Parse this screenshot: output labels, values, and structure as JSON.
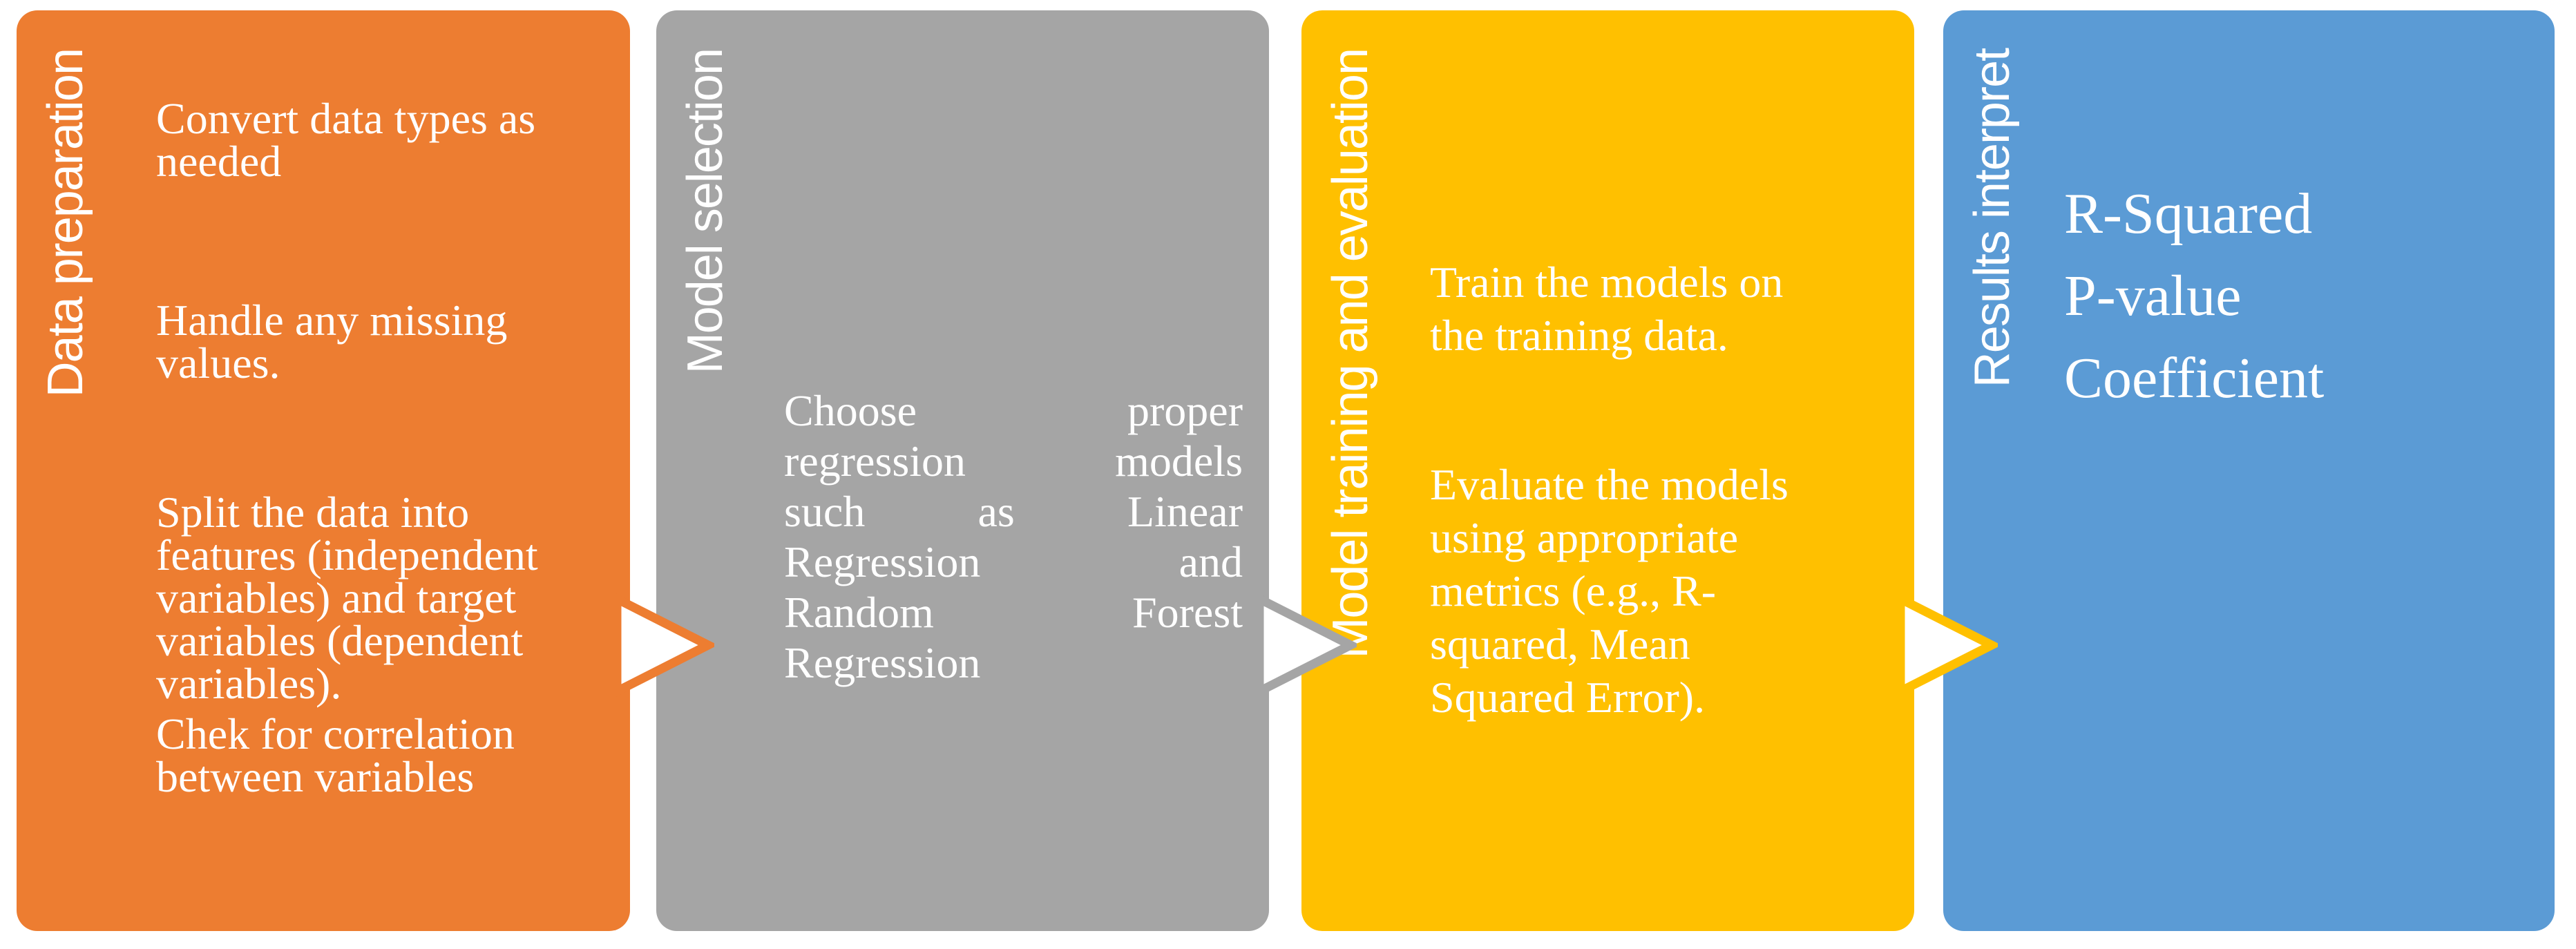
{
  "background_color": "#FFFFFF",
  "text_color": "#FFFFFF",
  "panels": [
    {
      "id": "data-preparation",
      "title": "Data preparation",
      "color": "#ED7D31",
      "paragraphs": [
        {
          "lines": [
            "Convert data types as",
            "needed"
          ]
        },
        {
          "lines": [
            "Handle any missing",
            "values."
          ]
        },
        {
          "lines": [
            "Split the data into",
            "features (independent",
            "variables) and target",
            "variables (dependent",
            "variables)."
          ]
        },
        {
          "lines": [
            "Chek for correlation",
            "between variables"
          ]
        }
      ]
    },
    {
      "id": "model-selection",
      "title": "Model selection",
      "color": "#A5A5A5",
      "full_text": "Choose proper regression models such as Linear Regression and Random Forest Regression",
      "justified_lines": [
        [
          "Choose",
          "proper"
        ],
        [
          "regression",
          "models"
        ],
        [
          "such",
          "as",
          "Linear"
        ],
        [
          "Regression",
          "and"
        ],
        [
          "Random",
          "Forest"
        ],
        [
          "Regression"
        ]
      ]
    },
    {
      "id": "model-training-and-evaluation",
      "title": "Model training and evaluation",
      "color": "#FFC000",
      "paragraphs": [
        {
          "lines": [
            "Train the models on",
            "the training data."
          ]
        },
        {
          "lines": [
            "Evaluate the models",
            "using appropriate",
            "metrics (e.g., R-",
            "squared, Mean",
            "Squared Error)."
          ]
        }
      ]
    },
    {
      "id": "results-interpret",
      "title": "Results interpret",
      "color": "#5B9BD5",
      "items": [
        "R-Squared",
        "P-value",
        "Coefficient"
      ]
    }
  ],
  "arrows": [
    {
      "id": "arrow-1",
      "direction": "right",
      "fill": "#FFFFFF",
      "border_color": "#ED7D31"
    },
    {
      "id": "arrow-2",
      "direction": "right",
      "fill": "#FFFFFF",
      "border_color": "#A5A5A5"
    },
    {
      "id": "arrow-3",
      "direction": "right",
      "fill": "#FFFFFF",
      "border_color": "#FFC000"
    }
  ]
}
